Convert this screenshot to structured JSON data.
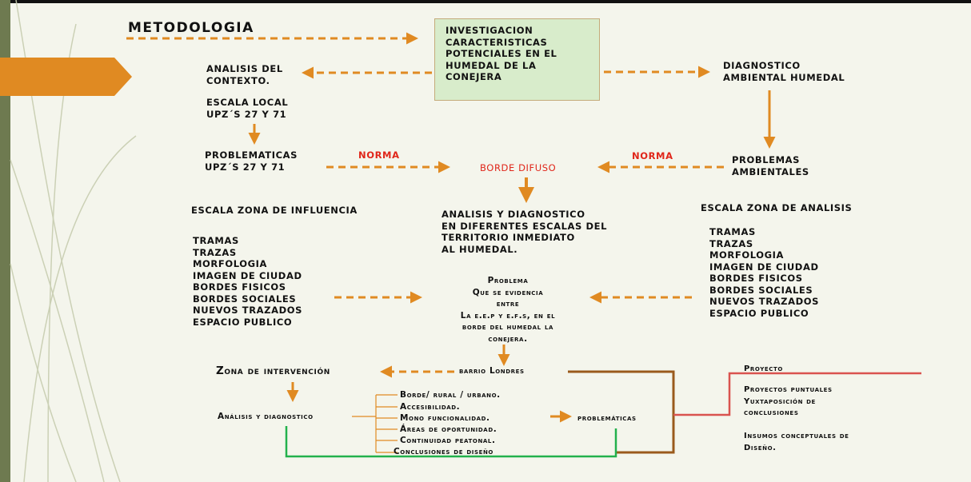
{
  "title": "METODOLOGIA",
  "center_box": "INVESTIGACION\nCARACTERISTICAS\nPOTENCIALES EN EL\nHUMEDAL DE LA\nCONEJERA",
  "left_column": {
    "analisis_contexto": "ANALISIS DEL\nCONTEXTO.",
    "escala_local": "ESCALA LOCAL\nUPZ´S 27 Y 71",
    "problematicas": "PROBLEMATICAS\nUPZ´S 27 Y 71",
    "escala_influencia": "ESCALA ZONA DE INFLUENCIA",
    "list": "TRAMAS\nTRAZAS\nMORFOLOGIA\nIMAGEN DE CIUDAD\nBORDES FISICOS\nBORDES SOCIALES\nNUEVOS TRAZADOS\nESPACIO PUBLICO"
  },
  "right_column": {
    "diagnostico": "DIAGNOSTICO\nAMBIENTAL HUMEDAL",
    "problemas": "PROBLEMAS\nAMBIENTALES",
    "escala_analisis": "ESCALA ZONA DE ANALISIS",
    "list": "TRAMAS\nTRAZAS\nMORFOLOGIA\nIMAGEN DE CIUDAD\nBORDES FISICOS\nBORDES SOCIALES\nNUEVOS TRAZADOS\nESPACIO PUBLICO"
  },
  "norma_left": "NORMA",
  "norma_right": "NORMA",
  "borde_difuso": "BORDE DIFUSO",
  "analisis_diagnostico": "ANALISIS Y DIAGNOSTICO\nEN DIFERENTES ESCALAS DEL\nTERRITORIO INMEDIATO\nAL HUMEDAL.",
  "problema": "Problema\nQue se evidencia\nentre\nLa e.e.p y e.f.s, en el\nborde del humedal la\nconejera.",
  "barrio": "barrio Londres",
  "zona_intervencion": "Zona de intervención",
  "analisis_diag_small": "Análisis y diagnostico",
  "bracket_items": [
    "Borde/ rural / urbano.",
    "Accesibilidad.",
    "Mono funcionalidad.",
    "Áreas de oportunidad.",
    "Continuidad peatonal."
  ],
  "conclusiones_diseno": "Conclusiones de diseño",
  "problematicas_small": "problemáticas",
  "proyecto": "Proyecto",
  "proyecto_details": "Proyectos puntuales\nYuxtaposición de\nconclusiones",
  "insumos": "Insumos conceptuales de\nDiseño.",
  "colors": {
    "arrow": "#e08a22",
    "tab": "#e08a22",
    "bar": "#6e7a50",
    "red": "#e0261a",
    "brown": "#9a5a1c",
    "green": "#22b14c",
    "salmon": "#d9534f",
    "box_fill": "#d8eccb"
  }
}
